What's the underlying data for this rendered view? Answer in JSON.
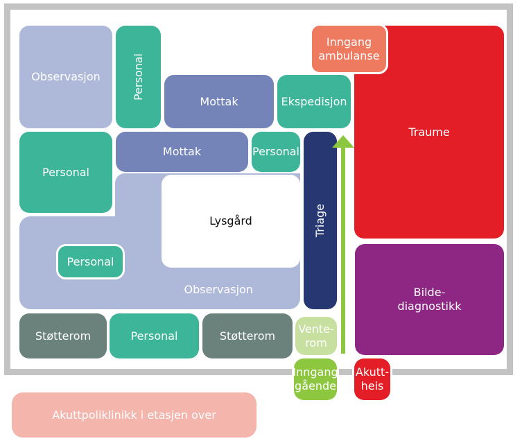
{
  "colors": {
    "observation": "#aeb8d9",
    "staff": "#3cb598",
    "reception": "#7484b8",
    "triage": "#263772",
    "trauma": "#e31e26",
    "imaging": "#8e2784",
    "ambulance_entrance": "#ee7a60",
    "support": "#6b817b",
    "waiting": "#c7e09f",
    "walk_in_entrance": "#8dc63f",
    "elevator": "#e31e26",
    "upper_floor": "#f3b5ac",
    "wall": "#c3c3c3"
  },
  "rooms": {
    "observasjon_top": "Observasjon",
    "personal_vertical": "Personal",
    "mottak_top": "Mottak",
    "ekspedisjon": "Ekspedisjon",
    "inngang_ambulanse": "Inngang\nambulanse",
    "traume": "Traume",
    "personal_left": "Personal",
    "mottak_mid": "Mottak",
    "personal_small": "Personal",
    "triage": "Triage",
    "lysgard": "Lysgård",
    "personal_inner": "Personal",
    "observasjon_bottom": "Observasjon",
    "bildediagnostikk": "Bilde-\ndiagnostikk",
    "stotterom_1": "Støtterom",
    "personal_bottom": "Personal",
    "stotterom_2": "Støtterom",
    "venterom": "Vente-\nrom",
    "inngang_gaende": "Inngang\ngående",
    "akuttheis": "Akutt-\nheis"
  },
  "footer_note": "Akuttpoliklinikk i etasjen over",
  "arrow_label": "patient-flow-arrow"
}
